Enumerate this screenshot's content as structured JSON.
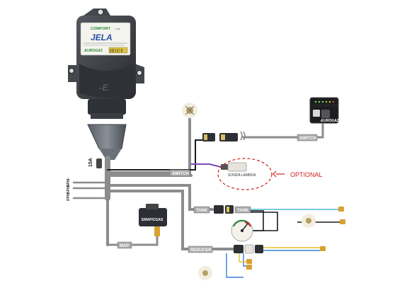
{
  "ecu": {
    "label_top": "COMFORT",
    "label_top_suffix": "Line",
    "brand": "JELA",
    "footer_brand": "-EUROGAZ",
    "cover_logo": "-E"
  },
  "fuse": {
    "label": "15A"
  },
  "harness_tags": {
    "switch": "SWITCH",
    "switch_panel": "SWITCH",
    "tank_left": "TANK",
    "tank_right": "TANK",
    "reducer": "REDUCER",
    "map": "MAP",
    "map_sensor": "EMAP/CGAS"
  },
  "lambda": {
    "label": "SONDA LAMBDA",
    "optional": "OPTIONAL"
  },
  "side_wires": {
    "w1": "BPM-",
    "w2": "BPM+",
    "w3": "RPM"
  },
  "switch_panel": {
    "brand": "-EUROGAZ",
    "header": "COMFORT LINE"
  },
  "colors": {
    "harness": "#8c8c8c",
    "tag_bg": "#a8a8a8",
    "wire_black": "#1a1a1a",
    "wire_red": "#d92020",
    "wire_cyan": "#4fb8d8",
    "wire_yellow": "#e8c030",
    "wire_blue": "#3a7fd8",
    "optional_red": "#cc2222",
    "ecu_body": "#3b3e44",
    "brand_green": "#2a8a3a"
  },
  "icons": [
    "fuse-icon",
    "connector-icon",
    "spark-plug-icon",
    "gauge-icon",
    "map-sensor-icon",
    "switch-panel-icon"
  ]
}
